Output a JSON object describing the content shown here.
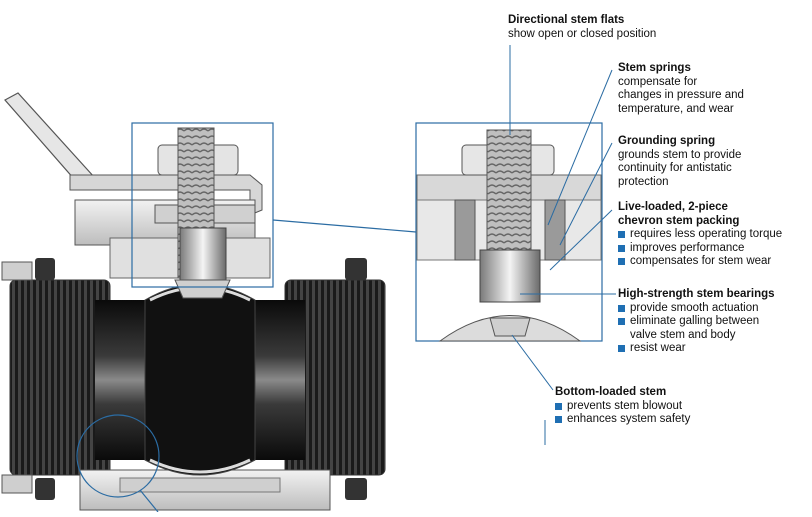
{
  "colors": {
    "accent": "#1f6fb3",
    "leader": "#2b6ca3",
    "steel_dark": "#1a1a1a",
    "steel_light": "#d8d8d8"
  },
  "callouts": {
    "flats": {
      "title": "Directional stem flats",
      "lines": [
        "show open or closed position"
      ]
    },
    "springs": {
      "title": "Stem springs",
      "lines": [
        "compensate for",
        "changes in pressure and",
        "temperature, and wear"
      ]
    },
    "grounding": {
      "title": "Grounding spring",
      "lines": [
        "grounds stem to provide",
        "continuity for antistatic",
        "protection"
      ]
    },
    "packing": {
      "title_lines": [
        "Live-loaded, 2-piece",
        "chevron stem packing"
      ],
      "bullets": [
        "requires less operating torque",
        "improves performance",
        "compensates for stem wear"
      ]
    },
    "bearings": {
      "title": "High-strength stem bearings",
      "bullets": [
        "provide smooth actuation",
        "eliminate galling between",
        "valve stem and body",
        "resist wear"
      ]
    },
    "bottom": {
      "title": "Bottom-loaded stem",
      "bullets": [
        "prevents stem blowout",
        "enhances system safety"
      ]
    }
  },
  "icons": [
    "valve-cutaway-illustration",
    "stem-detail-inset",
    "magnifier-circle"
  ]
}
